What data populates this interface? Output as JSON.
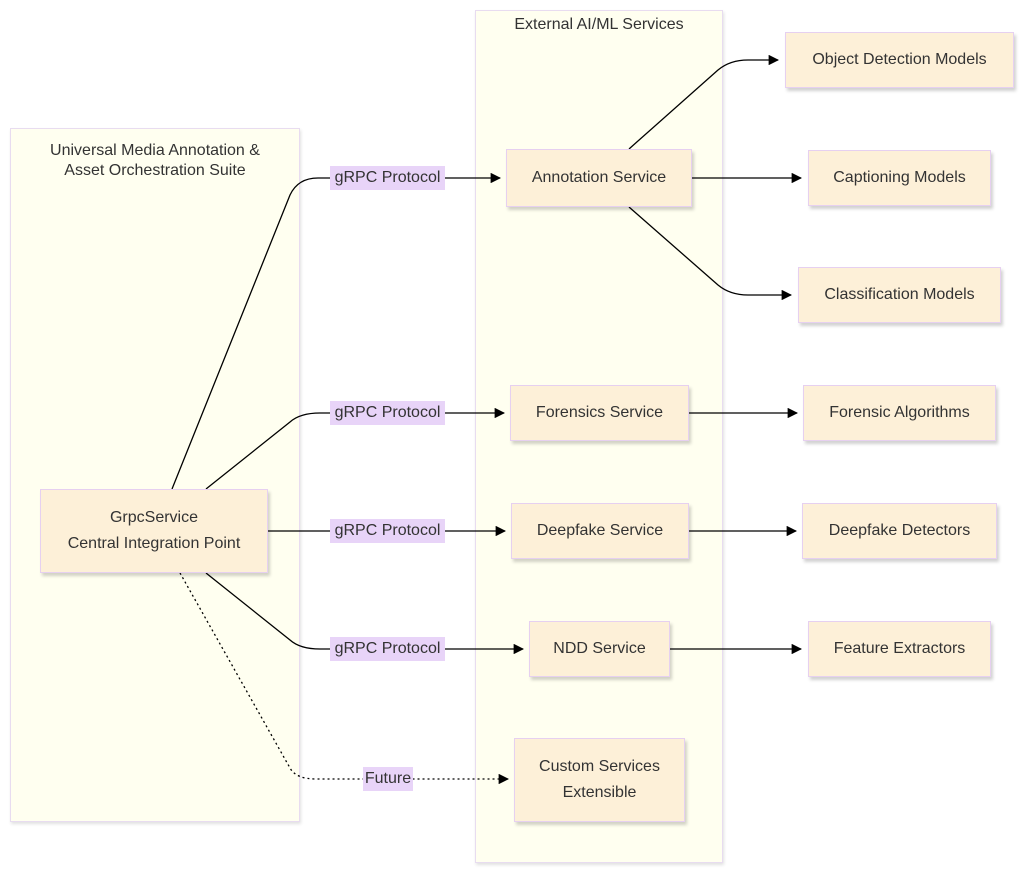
{
  "clusters": {
    "suite": {
      "title_line1": "Universal Media Annotation &",
      "title_line2": "Asset Orchestration Suite"
    },
    "external": {
      "title": "External AI/ML Services"
    }
  },
  "nodes": {
    "grpc_service": {
      "line1": "GrpcService",
      "line2": "Central Integration Point"
    },
    "annotation_service": {
      "label": "Annotation Service"
    },
    "forensics_service": {
      "label": "Forensics Service"
    },
    "deepfake_service": {
      "label": "Deepfake Service"
    },
    "ndd_service": {
      "label": "NDD Service"
    },
    "custom_services": {
      "line1": "Custom Services",
      "line2": "Extensible"
    },
    "object_detection": {
      "label": "Object Detection Models"
    },
    "captioning": {
      "label": "Captioning Models"
    },
    "classification": {
      "label": "Classification Models"
    },
    "forensic_algorithms": {
      "label": "Forensic Algorithms"
    },
    "deepfake_detectors": {
      "label": "Deepfake Detectors"
    },
    "feature_extractors": {
      "label": "Feature Extractors"
    }
  },
  "edge_labels": {
    "annotation": "gRPC Protocol",
    "forensics": "gRPC Protocol",
    "deepfake": "gRPC Protocol",
    "ndd": "gRPC Protocol",
    "custom": "Future"
  },
  "colors": {
    "node_fill": "#fdf0d8",
    "cluster_fill": "#fffff0",
    "edge_label_fill": "#e8d4f8",
    "line": "#000000"
  }
}
